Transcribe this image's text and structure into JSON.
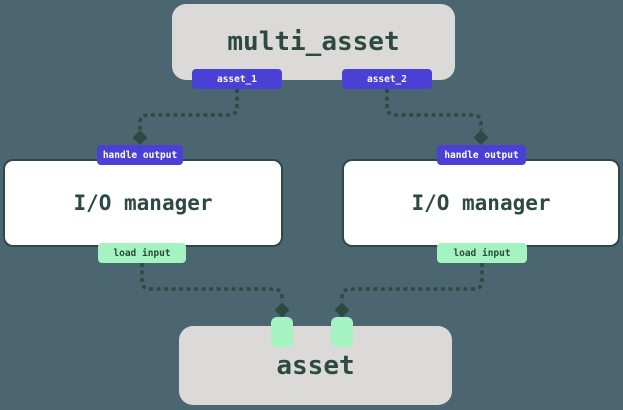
{
  "diagram": {
    "background_color": "#4C6671",
    "colors": {
      "node_gray": "#DBDAD8",
      "node_white": "#FFFFFF",
      "dark_green": "#2D4A42",
      "badge_purple": "#4B40D6",
      "badge_mint": "#A5F3C0",
      "edge_stroke": "#2D4A42"
    },
    "multi_asset_node": {
      "label": "multi_asset",
      "outputs": [
        {
          "label": "asset_1"
        },
        {
          "label": "asset_2"
        }
      ]
    },
    "io_managers": [
      {
        "label": "I/O manager",
        "top_badge": "handle output",
        "bottom_badge": "load input"
      },
      {
        "label": "I/O manager",
        "top_badge": "handle output",
        "bottom_badge": "load input"
      }
    ],
    "asset_node": {
      "label": "asset",
      "input_ports": 2
    },
    "edges": [
      {
        "from": "multi_asset.asset_1",
        "to": "io_manager_left.handle output",
        "style": "dashed-diamond-arrow"
      },
      {
        "from": "multi_asset.asset_2",
        "to": "io_manager_right.handle output",
        "style": "dashed-diamond-arrow"
      },
      {
        "from": "io_manager_left.load input",
        "to": "asset.input_port_left",
        "style": "dashed-diamond-arrow"
      },
      {
        "from": "io_manager_right.load input",
        "to": "asset.input_port_right",
        "style": "dashed-diamond-arrow"
      }
    ]
  }
}
